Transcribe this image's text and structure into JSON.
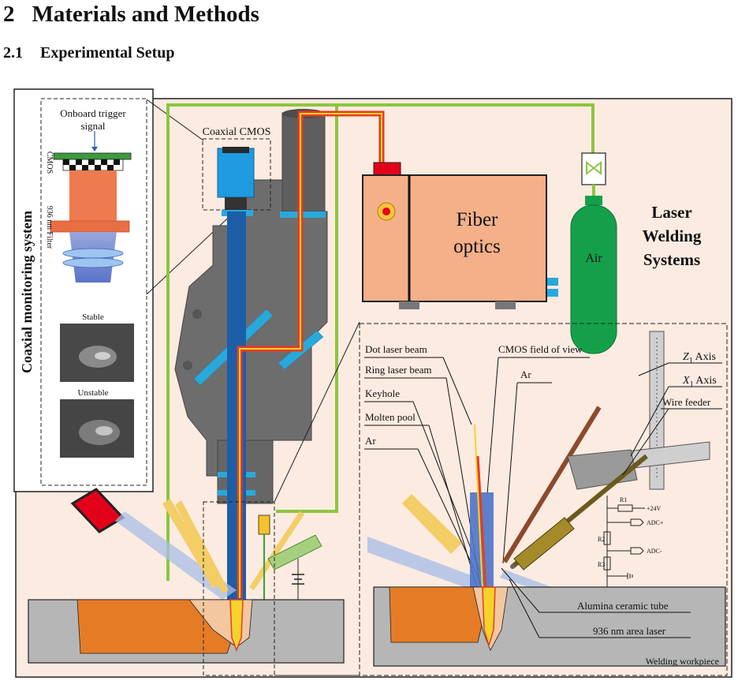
{
  "section": {
    "number": "2",
    "title": "Materials and Methods"
  },
  "subsection": {
    "number": "2.1",
    "title": "Experimental Setup"
  },
  "figure": {
    "monitor_title": "Coaxial monitoring system",
    "trigger": [
      "Onboard trigger",
      "signal"
    ],
    "cmos_label": "CMOS",
    "filter_label": "936 nm Filter",
    "stable_label": "Stable",
    "unstable_label": "Unstable",
    "coaxial_cmos": "Coaxial CMOS",
    "fiber_optics": [
      "Fiber",
      "optics"
    ],
    "air": "Air",
    "system_title": [
      "Laser",
      "Welding",
      "Systems"
    ],
    "labels_left": {
      "dot_laser": "Dot laser beam",
      "ring_laser": "Ring laser beam",
      "keyhole": "Keyhole",
      "molten_pool": "Molten pool",
      "ar": "Ar"
    },
    "cmos_fov": "CMOS field of view",
    "ar2": "Ar",
    "z_axis": "Z",
    "z_sub": "1",
    "z_suffix": " Axis",
    "x_axis": "X",
    "x_sub": "1",
    "x_suffix": " Axis",
    "wire_feeder": "Wire feeder",
    "alumina": "Alumina ceramic tube",
    "area_laser": "936 nm area laser",
    "workpiece": "Welding workpiece",
    "circuit": {
      "r1": "R1",
      "r2": "R2",
      "r3": "R3",
      "v24": "+24V",
      "adc_plus": "ADC+",
      "adc_minus": "ADC-"
    }
  }
}
